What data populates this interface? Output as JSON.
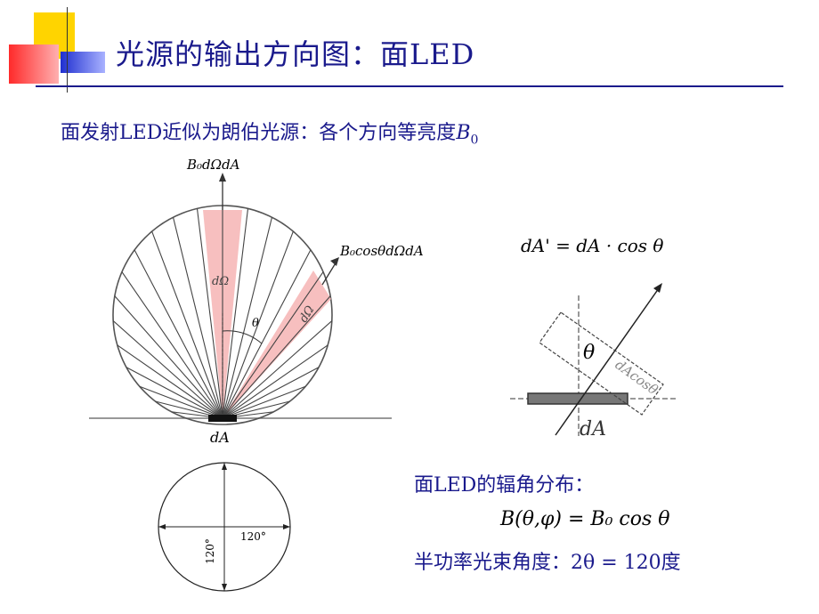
{
  "slide": {
    "title": "光源的输出方向图：面LED",
    "subtitle_text": "面发射LED近似为朗伯光源：各个方向等亮度",
    "subtitle_symbol": "B",
    "subtitle_subscript": "0"
  },
  "lambert_diagram": {
    "top_label": "B₀dΩdA",
    "oblique_label": "B₀cosθdΩdA",
    "solid_angle_label_1": "dΩ",
    "solid_angle_label_2": "dΩ",
    "theta_label": "θ",
    "area_label": "dA",
    "wedge_color": "#f6b8b8"
  },
  "projection_diagram": {
    "equation": "dA' = dA · cos θ",
    "theta_label": "θ",
    "projected_label": "dAcosθ",
    "area_label": "dA"
  },
  "beam_circle": {
    "horizontal_label": "120°",
    "vertical_label": "120°"
  },
  "distribution": {
    "heading": "面LED的辐角分布：",
    "formula": "B(θ,φ) = B₀ cos θ",
    "beam_angle": "半功率光束角度：2θ  = 120度"
  },
  "colors": {
    "title_blue": "#1a1a8c",
    "accent_yellow": "#ffd400",
    "accent_red": "#ff3b3b",
    "accent_blue": "#2b3bd6"
  }
}
